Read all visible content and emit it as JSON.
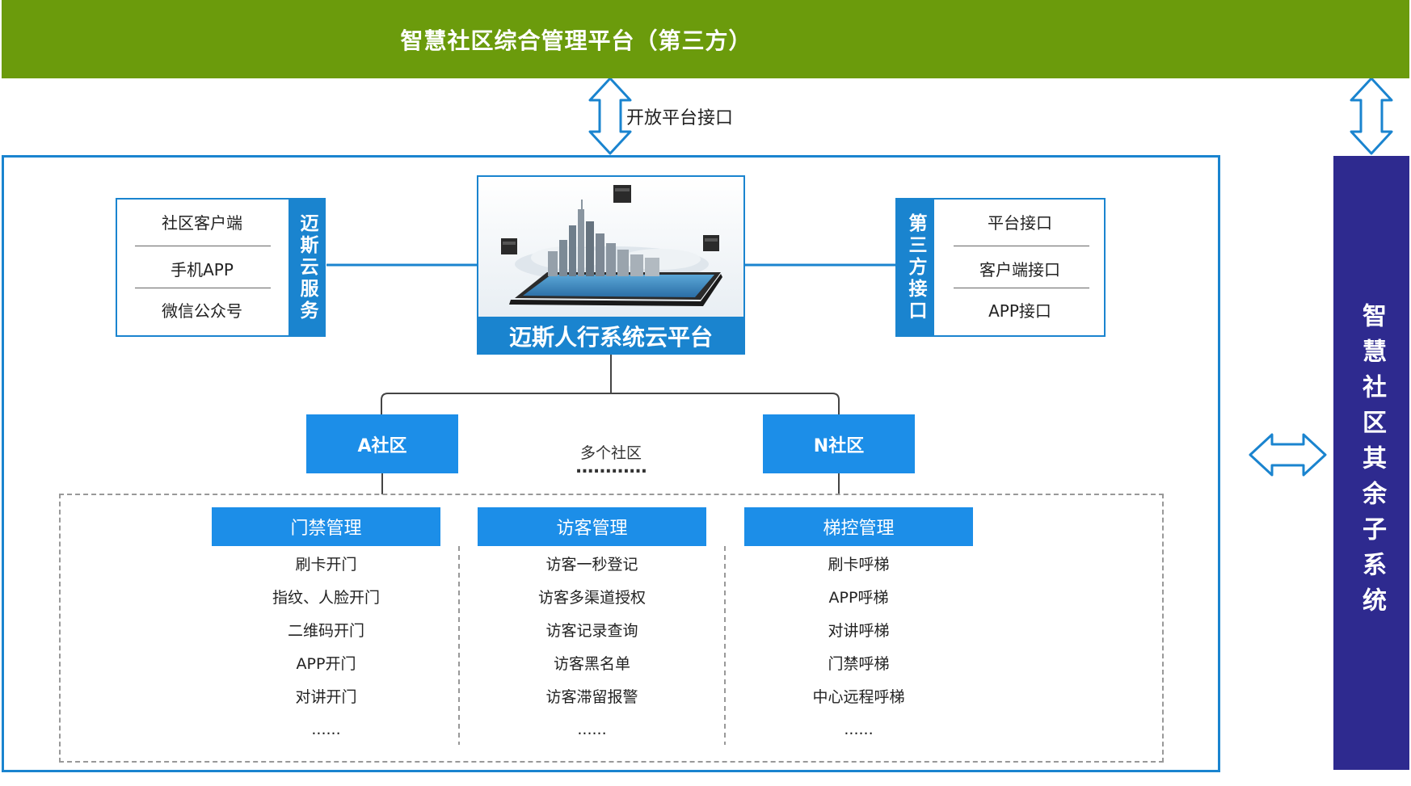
{
  "banner": {
    "title": "智慧社区综合管理平台（第三方）"
  },
  "interface_label": "开放平台接口",
  "right_panel": {
    "title": "智慧社区其余子系统"
  },
  "left_box": {
    "items": [
      "社区客户端",
      "手机APP",
      "微信公众号"
    ],
    "strip_label": "迈斯云服务"
  },
  "right_box": {
    "strip_label": "第三方接口",
    "items": [
      "平台接口",
      "客户端接口",
      "APP接口"
    ]
  },
  "center": {
    "title": "迈斯人行系统云平台"
  },
  "communities": {
    "a_label": "A社区",
    "middle_label": "多个社区",
    "middle_dots": "............",
    "n_label": "N社区"
  },
  "services": [
    {
      "header": "门禁管理",
      "items": [
        "刷卡开门",
        "指纹、人脸开门",
        "二维码开门",
        "APP开门",
        "对讲开门",
        "......"
      ]
    },
    {
      "header": "访客管理",
      "items": [
        "访客一秒登记",
        "访客多渠道授权",
        "访客记录查询",
        "访客黑名单",
        "访客滞留报警",
        "......"
      ]
    },
    {
      "header": "梯控管理",
      "items": [
        "刷卡呼梯",
        "APP呼梯",
        "对讲呼梯",
        "门禁呼梯",
        "中心远程呼梯",
        "......"
      ]
    }
  ],
  "colors": {
    "banner_green": "#6b9b0c",
    "frame_blue": "#1a84cf",
    "header_blue": "#1c8ee8",
    "panel_indigo": "#2e2a8f"
  }
}
